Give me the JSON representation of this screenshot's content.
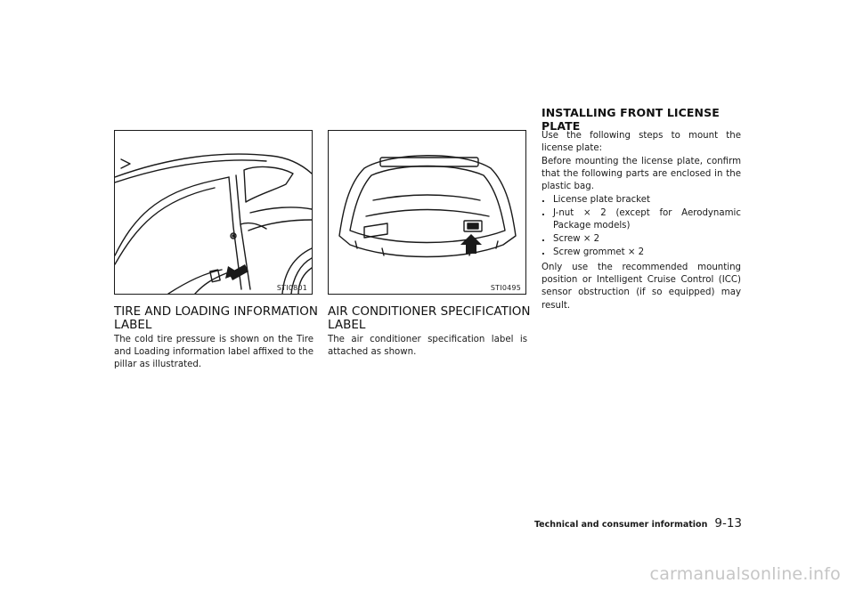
{
  "figures": {
    "left_code": "STI0801",
    "middle_code": "STI0495"
  },
  "column1": {
    "heading": "TIRE AND LOADING INFORMATION LABEL",
    "body": "The cold tire pressure is shown on the Tire and Loading information label affixed to the pillar as illustrated."
  },
  "column2": {
    "heading": "AIR CONDITIONER SPECIFICATION LABEL",
    "body": "The air conditioner specification label is attached as shown."
  },
  "column3": {
    "heading": "INSTALLING FRONT LICENSE PLATE",
    "para1": "Use the following steps to mount the license plate:",
    "para2": "Before mounting the license plate, confirm that the following parts are enclosed in the plastic bag.",
    "bullet_symbol": ".",
    "bullets": [
      "License plate bracket",
      "J-nut  ×  2 (except for Aerodynamic Package models)",
      "Screw  ×  2",
      "Screw grommet  ×  2"
    ],
    "para3": "Only use the recommended mounting position or Intelligent Cruise Control (ICC) sensor obstruction (if so equipped) may result."
  },
  "footer": {
    "section": "Technical and consumer information",
    "page": "9-13"
  },
  "watermark": "carmanualsonline.info"
}
